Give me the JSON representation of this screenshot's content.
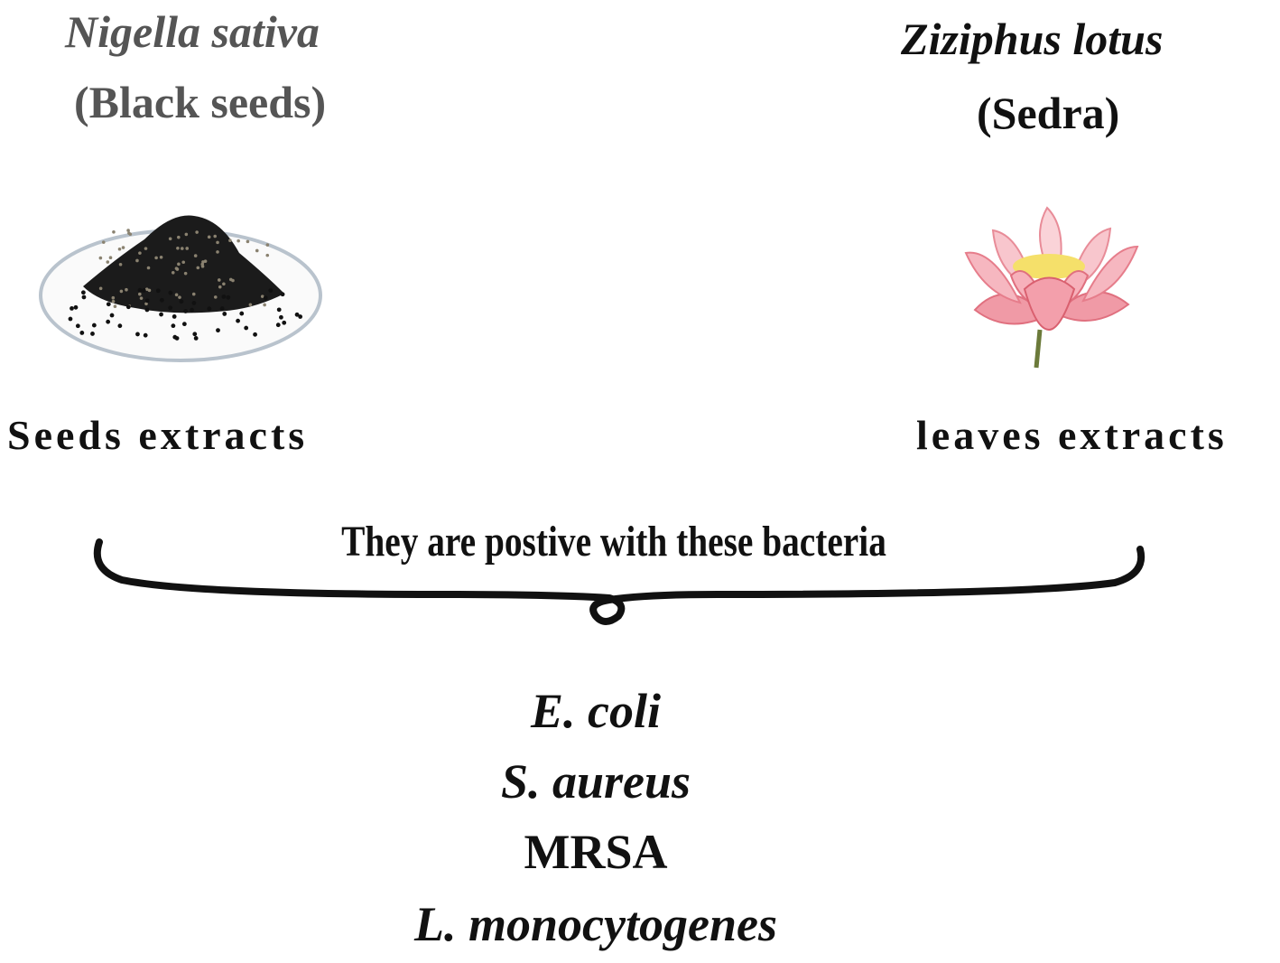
{
  "left_plant": {
    "scientific_name": "Nigella sativa",
    "common_name": "(Black seeds)",
    "extract_label": "Seeds extracts",
    "title_color": "#555555",
    "image_icon": "black-seeds-plate-icon"
  },
  "right_plant": {
    "scientific_name": "Ziziphus lotus",
    "common_name": "(Sedra)",
    "extract_label": "leaves extracts",
    "title_color": "#111111",
    "image_icon": "lotus-flower-icon"
  },
  "brace_caption": "They are postive with these bacteria",
  "bacteria": [
    {
      "name": "E. coli",
      "italic": true
    },
    {
      "name": "S. aureus",
      "italic": true
    },
    {
      "name": "MRSA",
      "italic": false
    },
    {
      "name": "L. monocytogenes",
      "italic": true
    }
  ]
}
